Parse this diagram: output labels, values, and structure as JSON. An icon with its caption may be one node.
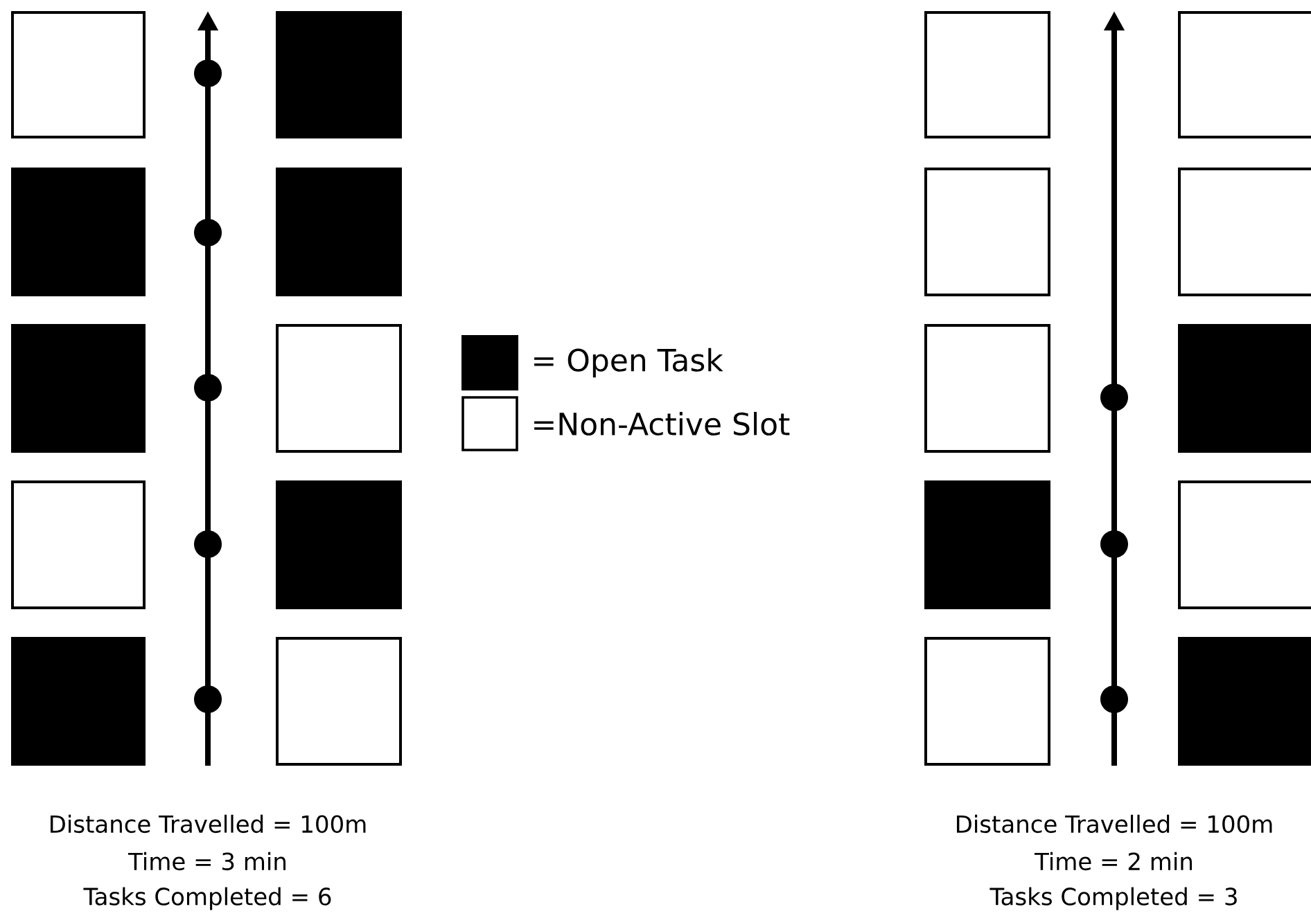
{
  "diagram": {
    "nodes": [
      {
        "text": [],
        "shape": "box"
      },
      {
        "text": [],
        "shape": "box"
      },
      {
        "text": [],
        "shape": "box"
      },
      {
        "text": [],
        "shape": "box"
      },
      {
        "text": [],
        "shape": "box"
      },
      {
        "text": [],
        "shape": "box"
      },
      {
        "text": [],
        "shape": "box"
      },
      {
        "text": [],
        "shape": "box"
      },
      {
        "text": [],
        "shape": "box"
      },
      {
        "text": [],
        "shape": "box"
      },
      {
        "text": [],
        "shape": "box"
      },
      {
        "text": [],
        "shape": "box"
      },
      {
        "text": [],
        "shape": "box"
      },
      {
        "text": [],
        "shape": "box"
      },
      {
        "text": [],
        "shape": "box"
      },
      {
        "text": [],
        "shape": "box"
      },
      {
        "text": [],
        "shape": "box"
      },
      {
        "text": [],
        "shape": "box"
      },
      {
        "text": [],
        "shape": "box"
      },
      {
        "text": [],
        "shape": "box"
      }
    ],
    "labels": [
      "Distance Travelled = 100m",
      "Time  = 3 min",
      "Tasks Completed = 6",
      "Distance Travelled = 100m",
      "Time = 2 min",
      "Tasks Completed = 3"
    ],
    "legend": [
      {
        "text": "= Open Task",
        "color": "#000000"
      },
      {
        "text": "=Non-Active Slot"
      }
    ]
  }
}
